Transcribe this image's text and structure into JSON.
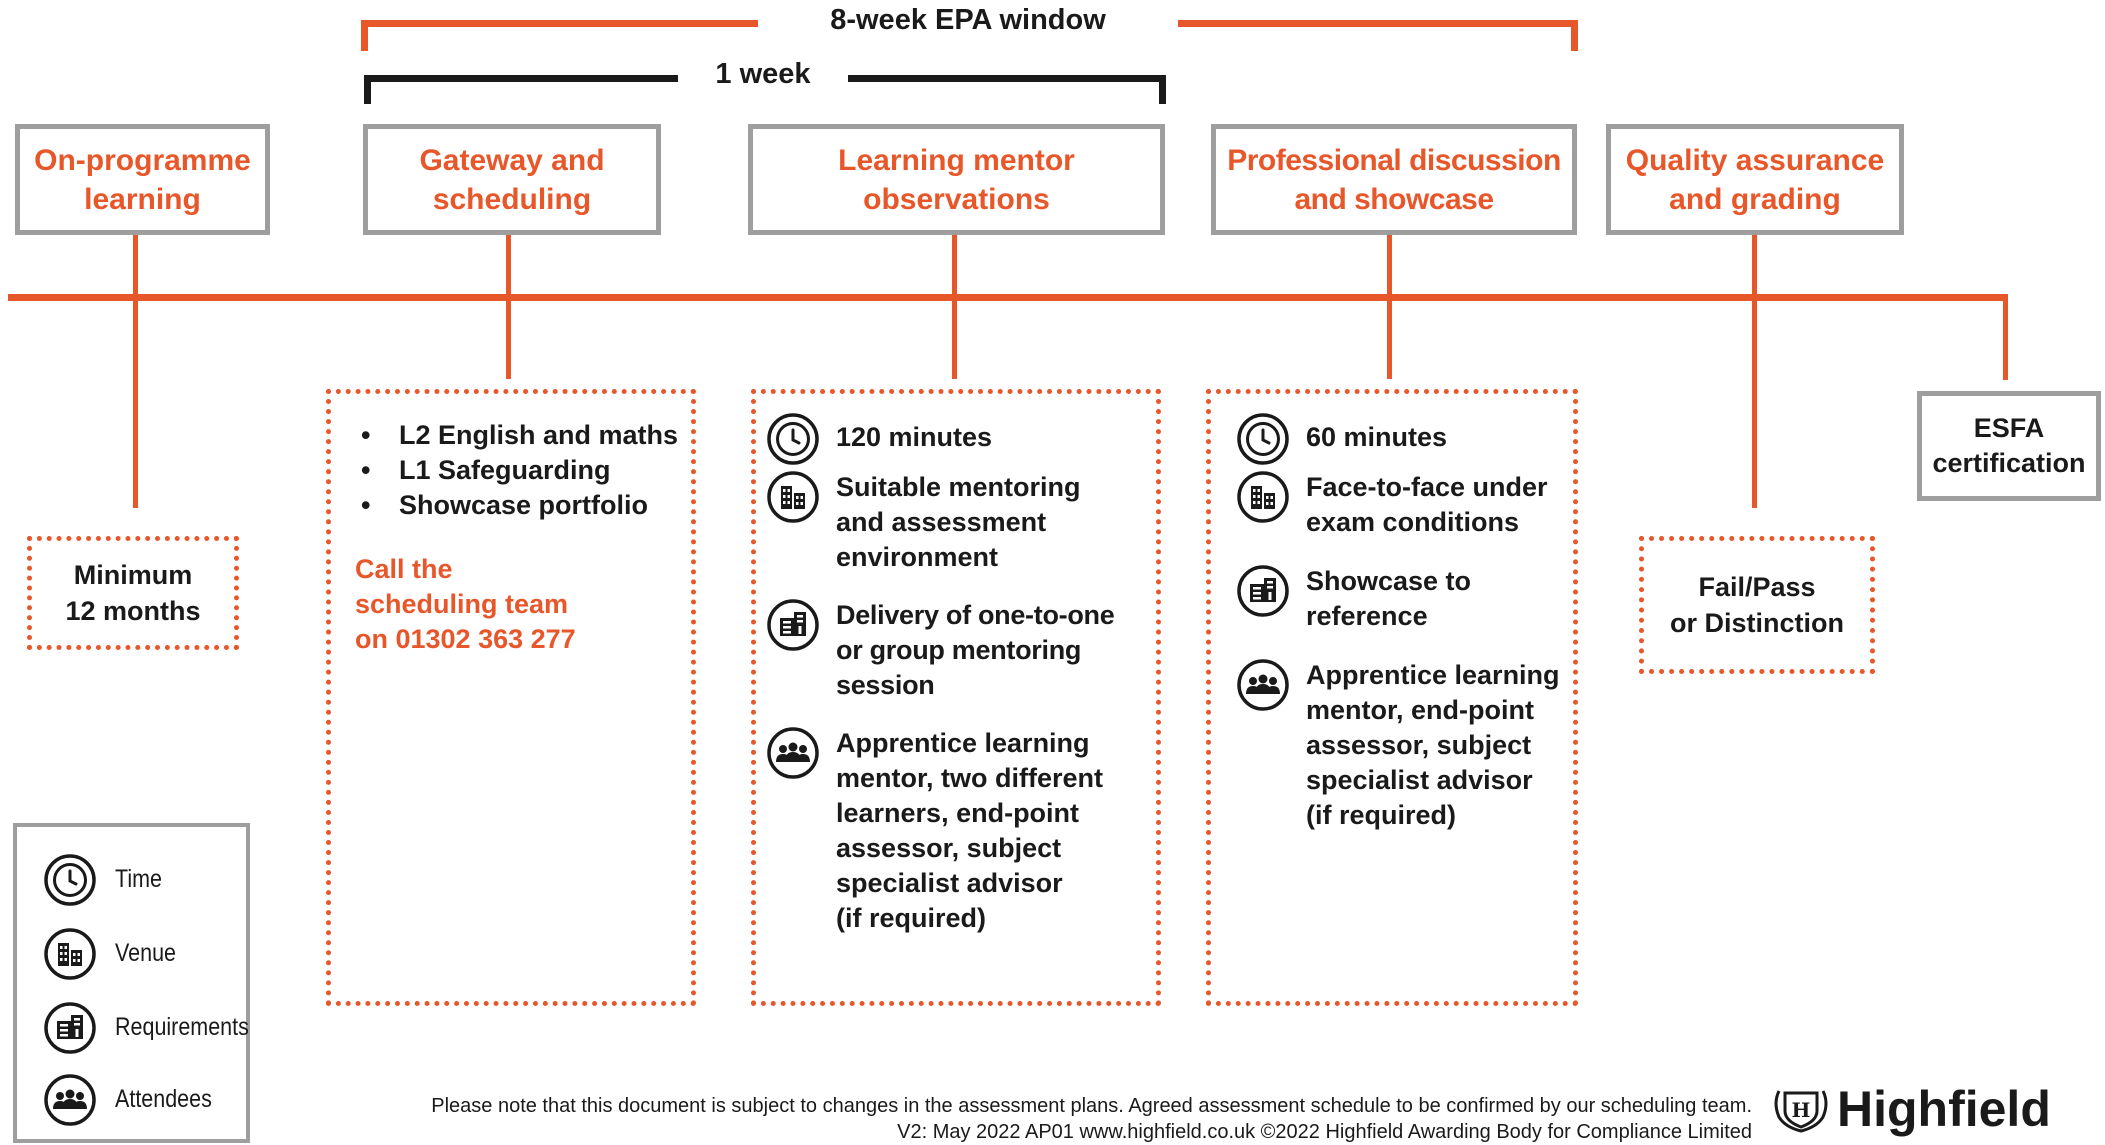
{
  "epa_window_label": "8-week EPA window",
  "one_week_label": "1 week",
  "stages": [
    {
      "label": "On-programme\nlearning"
    },
    {
      "label": "Gateway and\nscheduling"
    },
    {
      "label": "Learning mentor\nobservations"
    },
    {
      "label": "Professional discussion\nand showcase"
    },
    {
      "label": "Quality assurance\nand grading"
    }
  ],
  "on_programme": {
    "duration": "Minimum\n12 months"
  },
  "gateway": {
    "requirements": [
      "L2 English and maths",
      "L1 Safeguarding",
      "Showcase portfolio"
    ],
    "call": "Call the\nscheduling team\non 01302 363 277"
  },
  "observations": {
    "time": "120 minutes",
    "venue": "Suitable mentoring\nand assessment\nenvironment",
    "requirements": "Delivery of one-to-one\nor group mentoring\nsession",
    "attendees": "Apprentice learning\nmentor, two different\nlearners, end-point\nassessor, subject\nspecialist advisor\n(if required)"
  },
  "discussion": {
    "time": "60 minutes",
    "venue": "Face-to-face under\nexam conditions",
    "requirements": "Showcase to\nreference",
    "attendees": "Apprentice learning\nmentor, end-point\nassessor, subject\nspecialist advisor\n(if required)"
  },
  "grading": {
    "result": "Fail/Pass\nor Distinction"
  },
  "certification": {
    "label": "ESFA\ncertification"
  },
  "legend": {
    "time": "Time",
    "venue": "Venue",
    "requirements": "Requirements",
    "attendees": "Attendees"
  },
  "footer": {
    "note": "Please note that this document is subject to changes in the assessment plans.  Agreed assessment schedule to be confirmed by our scheduling team.",
    "version": "V2: May 2022 AP01   www.highfield.co.uk   ©2022 Highfield Awarding Body for Compliance Limited"
  },
  "logo": {
    "letter": "H",
    "word": "Highfield"
  },
  "colors": {
    "accent": "#e8572a",
    "border": "#9e9e9e",
    "text": "#1a1a1a"
  }
}
